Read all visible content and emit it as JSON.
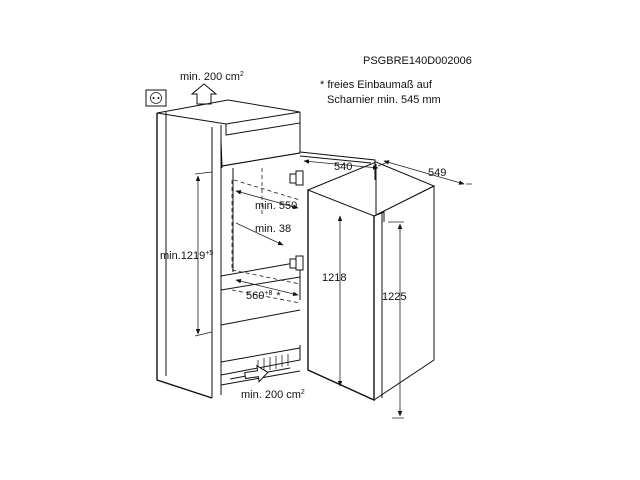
{
  "model_code": "PSGBRE140D002006",
  "note_line1": "* freies Einbaumaß auf",
  "note_line2": "Scharnier min. 545 mm",
  "vent_top": {
    "text": "min. 200 cm",
    "sup": "2"
  },
  "vent_bottom": {
    "text": "min. 200 cm",
    "sup": "2"
  },
  "niche": {
    "depth": "min. 550",
    "side_gap": "min. 38",
    "height": {
      "text": "min.1219",
      "sup": "+5"
    },
    "width": {
      "text": "560",
      "sup": "+8",
      "star": "*"
    }
  },
  "appliance": {
    "top_depth": "540",
    "total_depth": "549",
    "body_height": "1218",
    "total_height": "1225"
  }
}
